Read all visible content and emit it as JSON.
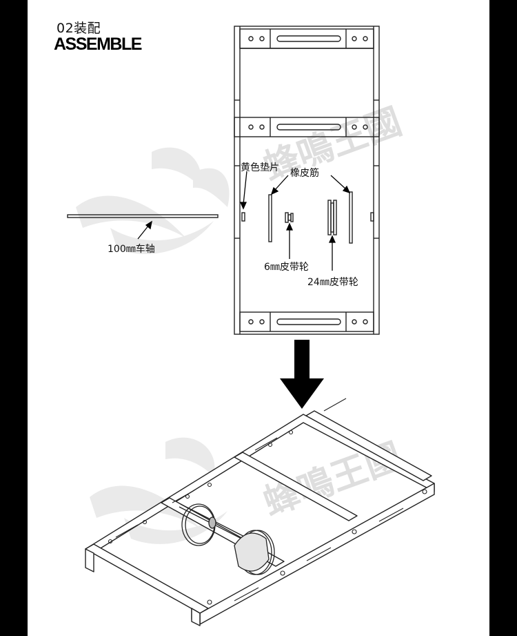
{
  "step": {
    "title": "02装配",
    "subtitle": "ASSEMBLE"
  },
  "labels": {
    "axle": "100㎜车轴",
    "yellow_washer": "黄色垫片",
    "rubber_band": "橡皮筋",
    "pulley_6": "6㎜皮带轮",
    "pulley_24": "24㎜皮带轮"
  },
  "watermark": {
    "text": "蜂鳴王國"
  },
  "colors": {
    "line": "#222222",
    "arrow": "#000000",
    "watermark": "#c8c8c8"
  }
}
